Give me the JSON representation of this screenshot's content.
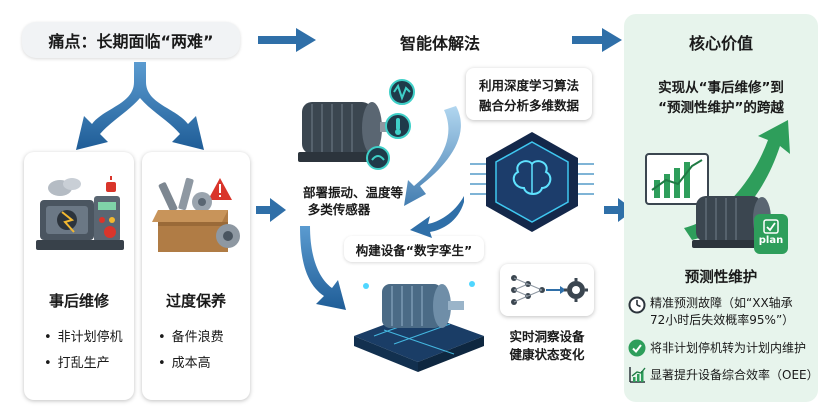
{
  "header": {
    "pain_title": "痛点：长期面临“两难”",
    "solution_title": "智能体解法",
    "value_title": "核心价值"
  },
  "pain": {
    "left": {
      "title": "事后维修",
      "bullets": [
        "非计划停机",
        "打乱生产"
      ]
    },
    "right": {
      "title": "过度保养",
      "bullets": [
        "备件浪费",
        "成本高"
      ]
    }
  },
  "solution": {
    "sensors_label": "部署振动、温度等多类传感器",
    "sensors_line1": "部署振动、温度等",
    "sensors_line2": "多类传感器",
    "ai_label_line1": "利用深度学习算法",
    "ai_label_line2": "融合分析多维数据",
    "twin_label": "构建设备“数字孪生”",
    "monitor_line1": "实时洞察设备",
    "monitor_line2": "健康状态变化"
  },
  "value": {
    "headline_line1": "实现从“事后维修”到",
    "headline_line2": "“预测性维护”的跨越",
    "subtitle": "预测性维护",
    "plan_badge": "plan",
    "points": [
      {
        "icon": "clock-icon",
        "line1": "精准预测故障（如“XX轴承",
        "line2": "72小时后失效概率95%”）"
      },
      {
        "icon": "check-circle-icon",
        "line1": "将非计划停机转为计划内维护",
        "line2": ""
      },
      {
        "icon": "chart-up-icon",
        "line1": "显著提升设备综合效率（OEE）",
        "line2": ""
      }
    ]
  },
  "colors": {
    "arrow_blue": "#2f6fa8",
    "panel_green": "#e7f4ec",
    "accent_green": "#2e9e5b",
    "warn_red": "#d9352b"
  }
}
